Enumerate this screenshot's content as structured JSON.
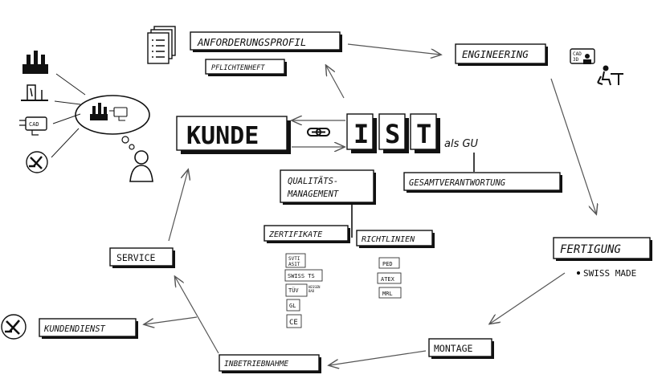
{
  "nodes": {
    "anforderungsprofil": "ANFORDERUNGSPROFIL",
    "pflichtenheft": "PFLICHTENHEFT",
    "engineering": "ENGINEERING",
    "kunde": "KUNDE",
    "ist_i": "I",
    "ist_s": "S",
    "ist_t": "T",
    "als_gu": "als GU",
    "gesamtverantwortung": "GESAMTVERANTWORTUNG",
    "qualitaetsmanagement_1": "QUALITÄTS-",
    "qualitaetsmanagement_2": "MANAGEMENT",
    "zertifikate": "ZERTIFIKATE",
    "richtlinien": "RICHTLINIEN",
    "fertigung": "FERTIGUNG",
    "swiss_made": "SWISS MADE",
    "montage": "MONTAGE",
    "inbetriebnahme": "INBETRIEBNAHME",
    "kundendienst": "KUNDENDIENST",
    "service": "SERVICE"
  },
  "certificates": {
    "svti_1": "SVTI",
    "svti_2": "ASIT",
    "swissts": "SWISS TS",
    "tuev": "TÜV",
    "tuev_small_1": "HESSEN",
    "tuev_small_2": "BAD",
    "gl": "GL",
    "ce": "CE"
  },
  "directives": {
    "ped": "PED",
    "atex": "ATEX",
    "mrl": "MRL"
  },
  "icons": {
    "cad_label": "CAD",
    "cad_label_2": "3D"
  },
  "colors": {
    "ink": "#111111",
    "arrow": "#555555",
    "paper": "#ffffff"
  }
}
